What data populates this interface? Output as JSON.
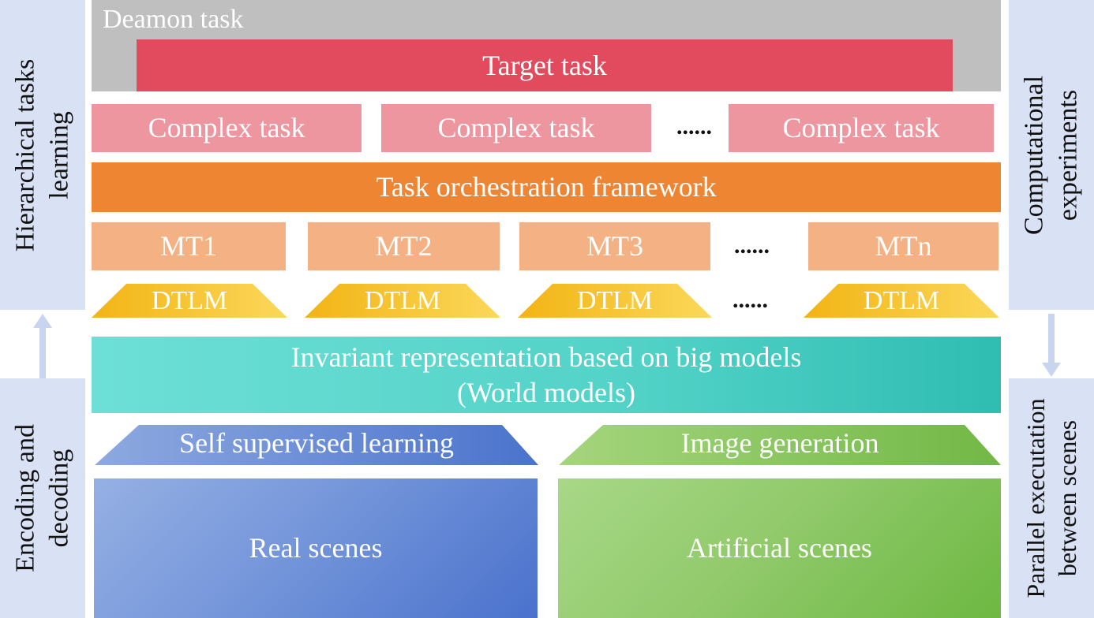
{
  "left_panel": {
    "top_label": [
      "Hierarchical tasks",
      "learning"
    ],
    "bottom_label": [
      "Encoding and",
      "decoding"
    ]
  },
  "right_panel": {
    "top_label": [
      "Computational",
      "experiments"
    ],
    "bottom_label": [
      "Parallel executation",
      "between scenes"
    ]
  },
  "layers": {
    "deamon": "Deamon task",
    "target": "Target task",
    "complex_tasks": [
      "Complex task",
      "Complex task",
      "Complex task"
    ],
    "complex_ellipsis": "......",
    "orchestration": "Task orchestration framework",
    "meta_tasks": [
      "MT1",
      "MT2",
      "MT3",
      "MTn"
    ],
    "meta_ellipsis": "......",
    "dtlm": [
      "DTLM",
      "DTLM",
      "DTLM",
      "DTLM"
    ],
    "dtlm_ellipsis": "......",
    "invariant": [
      "Invariant representation based on big models",
      "(World models)"
    ],
    "ssl": "Self supervised learning",
    "image_gen": "Image generation",
    "real": "Real scenes",
    "artificial": "Artificial scenes"
  },
  "colors": {
    "side_panel": "#d9e1f4",
    "deamon": "#bfbfbf",
    "target": "#e24a5e",
    "complex": "#ee96a0",
    "orchestration": "#ee8533",
    "meta_task": "#f4b183",
    "dtlm": "#f8c936",
    "invariant": "#53d3c8",
    "real": "#5b86d6",
    "artificial": "#86c35b",
    "arrow": "#c9d4ee"
  }
}
